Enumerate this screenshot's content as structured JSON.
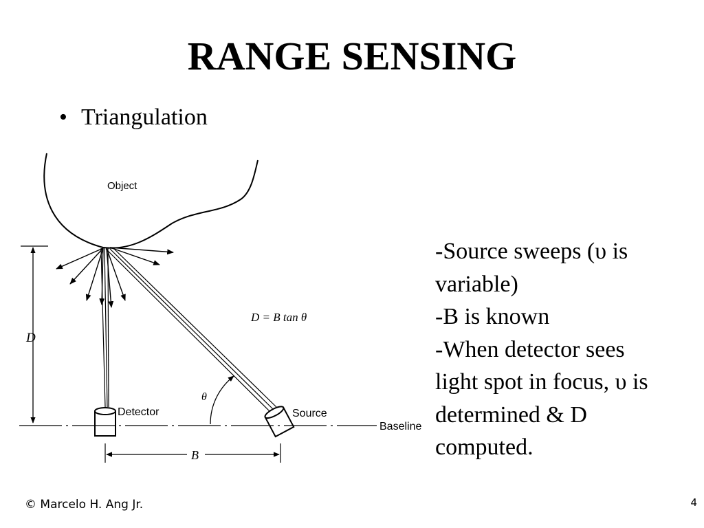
{
  "slide": {
    "title": "RANGE SENSING",
    "bullet": "Triangulation",
    "notes": [
      "-Source sweeps (υ is",
      "variable)",
      "-B is known",
      "-When detector sees",
      "light spot in focus, υ  is",
      "determined & D",
      "computed."
    ],
    "footer": "© Marcelo H. Ang Jr.",
    "page_number": "4"
  },
  "diagram": {
    "object_label": "Object",
    "detector_label": "Detector",
    "source_label": "Source",
    "baseline_label": "Baseline",
    "formula": "D = B tan θ",
    "d_label": "D",
    "b_label": "B",
    "theta_label": "θ"
  }
}
